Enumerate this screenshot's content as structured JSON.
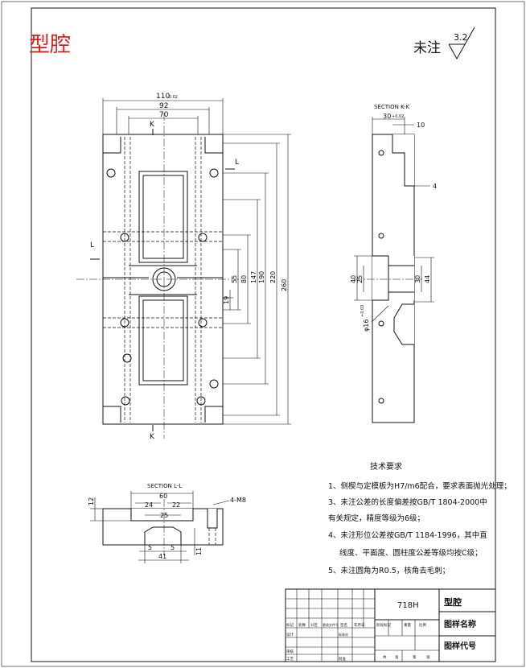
{
  "title": "型腔",
  "surface_note": {
    "label": "未注",
    "roughness": "3.2"
  },
  "front_view": {
    "section_mark": "K",
    "side_mark": "L",
    "dims_top": [
      "110",
      "92",
      "70"
    ],
    "dims_right": [
      "19",
      "55",
      "80",
      "147",
      "190",
      "220",
      "260"
    ],
    "tol_suffix": "-0.02"
  },
  "section_kk": {
    "title": "SECTION K-K",
    "dims_top": [
      "30",
      "10"
    ],
    "dim_depth": "4",
    "dims_left": [
      "40",
      "25"
    ],
    "dims_right": [
      "30",
      "44"
    ],
    "bore": "φ16",
    "bore_tol": "+0.03",
    "top_tol": "+0.02"
  },
  "section_ll": {
    "title": "SECTION L-L",
    "dims_top": [
      "60",
      "24",
      "22",
      "25"
    ],
    "dim_left": "12",
    "thread": "4-M8",
    "dims_bottom": [
      "5",
      "5",
      "41"
    ],
    "dim_right": "11"
  },
  "tech_req": {
    "title": "技术要求",
    "items": [
      "1、侧楔与定模板为H7/m6配合，要求表面抛光处理；",
      "3、未注公差的长度偏差按GB/T 1804-2000中",
      "有关规定，精度等级为6级；",
      "4、未注形位公差按GB/T 1184-1996，其中直",
      "线度、平面度、圆柱度公差等级均按C级；",
      "5、未注圆角为R0.5，核角去毛刺；"
    ]
  },
  "title_block": {
    "part_code": "718H",
    "part_name": "型腔",
    "drawing_name_label": "图样名称",
    "drawing_code_label": "图样代号",
    "row_labels": [
      "标记",
      "处数",
      "分区",
      "更改文件号",
      "签名",
      "年月日"
    ],
    "row_labels2": [
      "设计",
      "标准化",
      "阶段标记",
      "重量",
      "比例"
    ],
    "row_labels3": [
      "审核",
      "工艺",
      "批准",
      "共",
      "张",
      "第",
      "张"
    ]
  }
}
